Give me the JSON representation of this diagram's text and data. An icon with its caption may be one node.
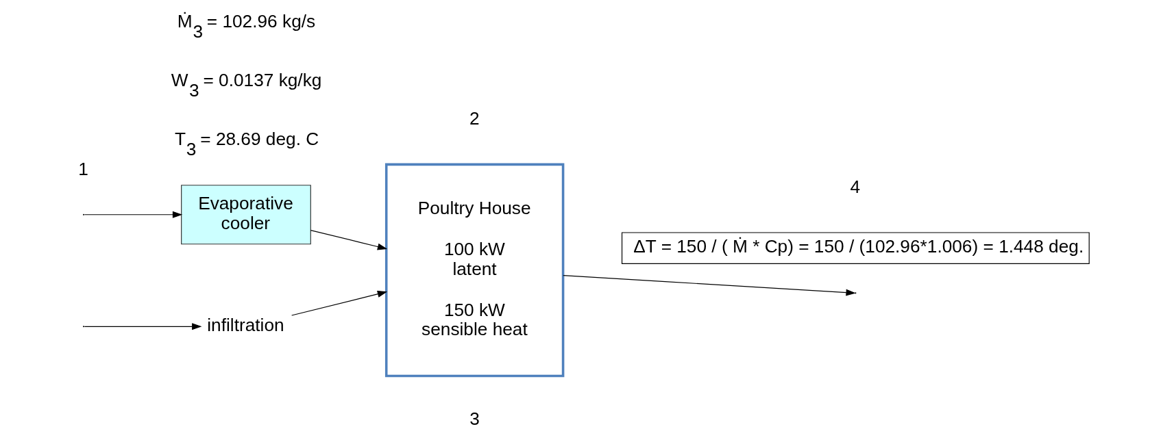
{
  "diagram": {
    "nodes": [
      {
        "text": [
          "infiltration"
        ]
      },
      {
        "text": [
          "Evaporative cooler"
        ]
      },
      {
        "text": [
          "Poultry House",
          "100 kW latent",
          "150 kW sensible heat"
        ]
      },
      {
        "text": [
          "ΔT = 150 / ( Ṁ * Cp) = 150 / (102.96*1.006) = 1.448 deg."
        ]
      }
    ],
    "edges": [
      {
        "from": null,
        "to": 0,
        "arrow": "to"
      },
      {
        "from": null,
        "to": 1,
        "arrow": "to"
      },
      {
        "from": 0,
        "to": 2,
        "arrow": "to"
      },
      {
        "from": 1,
        "to": 2,
        "arrow": "to"
      },
      {
        "from": 2,
        "to": null,
        "arrow": "to"
      }
    ],
    "labels": [
      "1",
      "T$_{3}$ = 28.69 deg. C",
      "W$_{3}$ = 0.0137 kg/kg",
      "Ṁ$_{3}$ = 102.96 kg/s",
      "3",
      "4",
      "2"
    ]
  }
}
